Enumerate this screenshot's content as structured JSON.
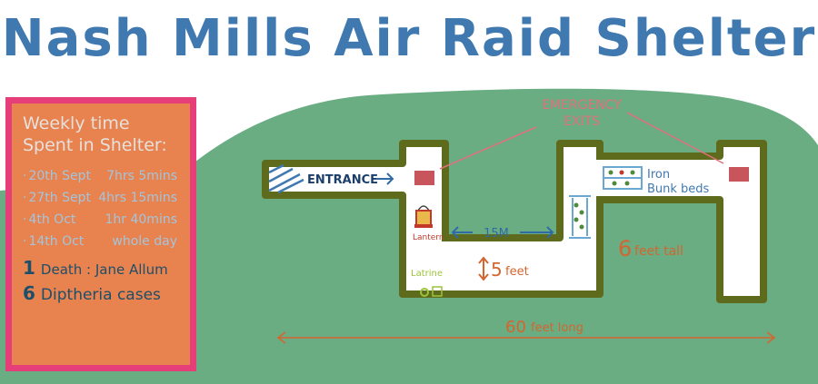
{
  "title": "Nash Mills Air Raid Shelter",
  "info_panel": {
    "heading_line1": "Weekly time",
    "heading_line2": "Spent in Shelter:",
    "times": [
      {
        "date": "20th Sept",
        "duration": "7hrs 5mins"
      },
      {
        "date": "27th Sept",
        "duration": "4hrs 15mins"
      },
      {
        "date": "4th Oct",
        "duration": "1hr 40mins"
      },
      {
        "date": "14th Oct",
        "duration": "whole day"
      }
    ],
    "deaths_count": "1",
    "deaths_text": "Death : Jane Allum",
    "diptheria_count": "6",
    "diptheria_text": "Diptheria cases"
  },
  "labels": {
    "entrance": "ENTRANCE",
    "emergency_exits_line1": "EMERGENCY",
    "emergency_exits_line2": "EXITS",
    "lantern": "Lantern",
    "latrine": "Latrine",
    "width_15m": "15M",
    "height_number": "5",
    "height_unit": "feet",
    "tall_number": "6",
    "tall_unit": "feet tall",
    "length_number": "60",
    "length_unit": "feet long",
    "bunk_line1": "Iron",
    "bunk_line2": "Bunk beds"
  },
  "colors": {
    "title": "#3f79b0",
    "hill": "#6aad83",
    "tunnel_fill": "#ffffff",
    "tunnel_outline": "#5e6b1c",
    "panel_bg": "#e8824e",
    "panel_border": "#e63e78",
    "accent_red": "#e0707a",
    "dimension_blue": "#2f6aa6",
    "dimension_orange": "#d4652f",
    "dark_blue": "#1c4f6a"
  },
  "icons": [
    "arrow-right-icon",
    "lantern-icon",
    "latrine-icon",
    "emergency-exit-icon",
    "bunk-bed-icon",
    "double-arrow-icon"
  ]
}
